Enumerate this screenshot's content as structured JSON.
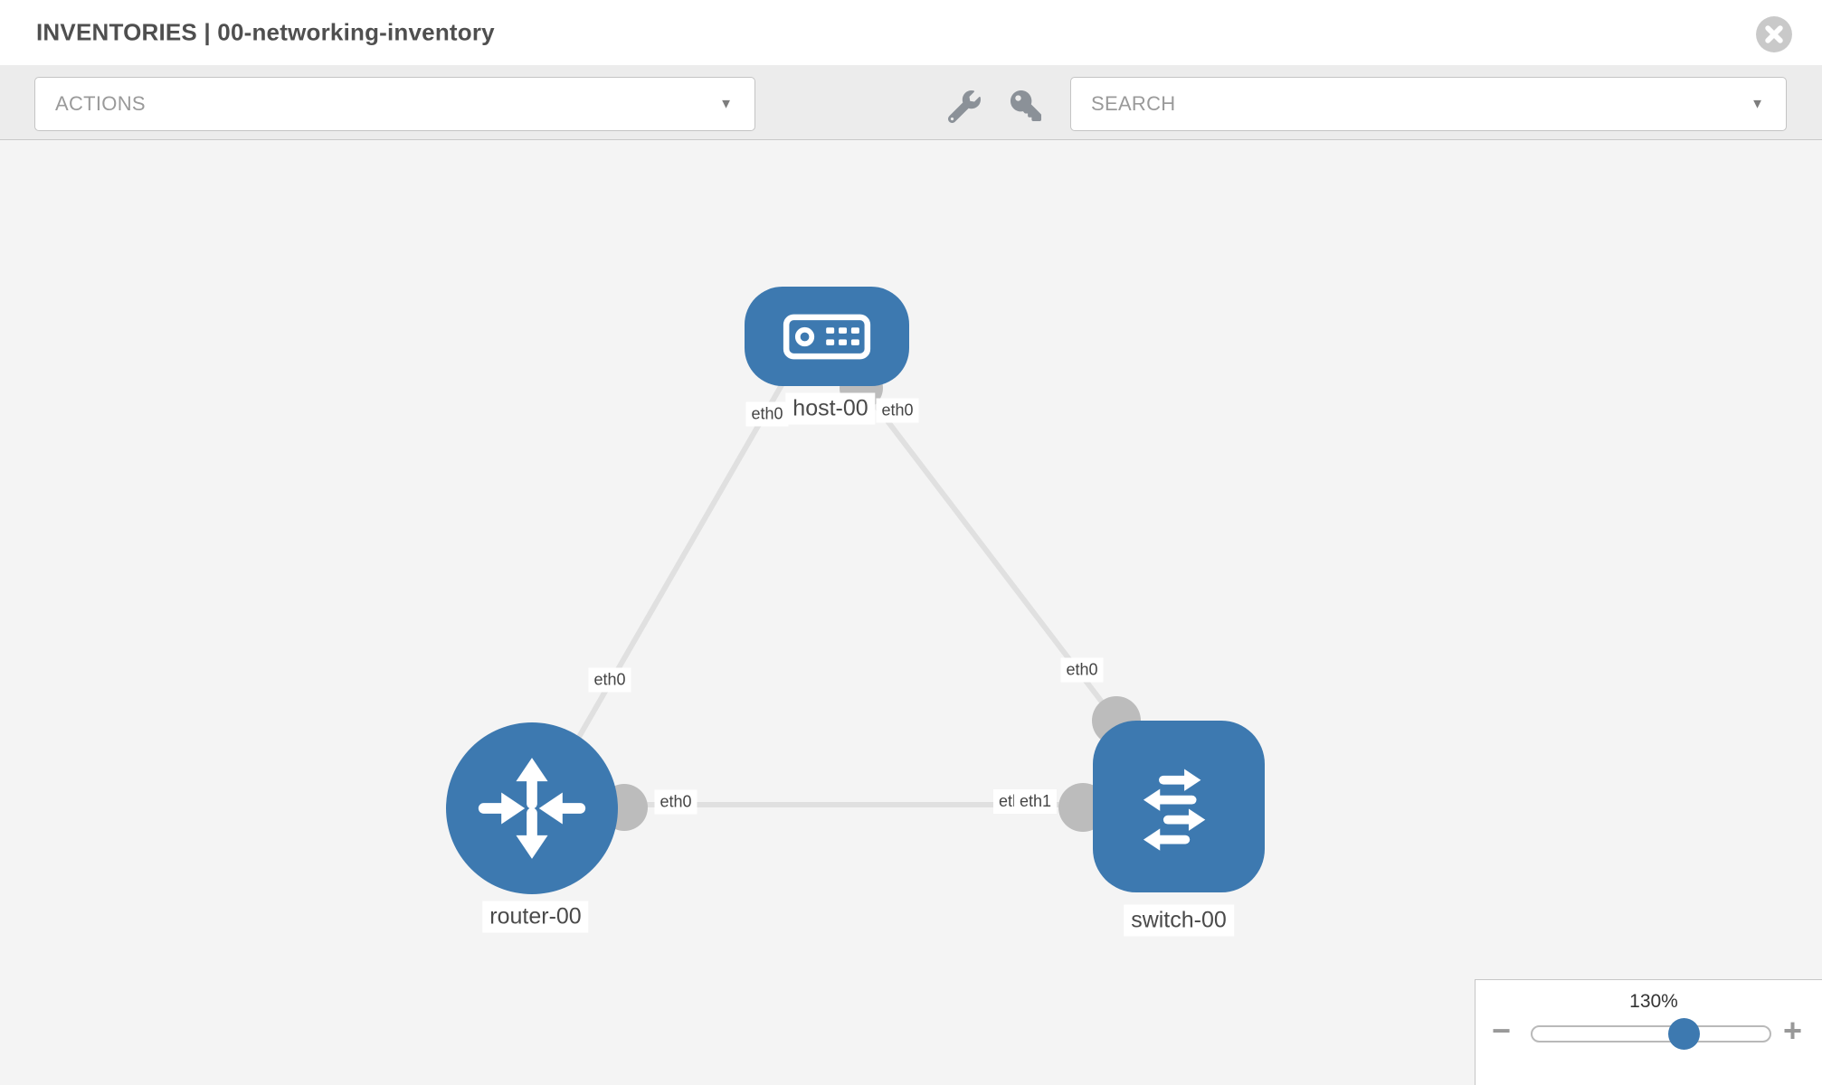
{
  "header": {
    "title": "INVENTORIES | 00-networking-inventory"
  },
  "toolbar": {
    "actions_label": "ACTIONS",
    "search_label": "SEARCH",
    "caret_glyph": "▼",
    "icons": [
      "wrench",
      "key"
    ]
  },
  "colors": {
    "node_blue": "#3d79b0",
    "link_gray": "#e0e0e0",
    "connector_gray": "#bcbcbc",
    "canvas_bg": "#f4f4f4"
  },
  "topology": {
    "nodes": [
      {
        "label": "host-00",
        "type": "host"
      },
      {
        "label": "router-00",
        "type": "router"
      },
      {
        "label": "switch-00",
        "type": "switch"
      }
    ],
    "links": [
      {
        "source": "host-00",
        "source_interface": "eth0",
        "target": "router-00",
        "target_interface": "eth0"
      },
      {
        "source": "host-00",
        "source_interface": "eth0",
        "target": "switch-00",
        "target_interface": "eth0"
      },
      {
        "source": "router-00",
        "source_interface": "eth0",
        "target": "switch-00",
        "target_interface": "eth1"
      }
    ],
    "overlapped_labels": {
      "under": "eth0",
      "over": "eth1"
    }
  },
  "zoom_control": {
    "level": "130%",
    "minus_glyph": "−",
    "plus_glyph": "+"
  }
}
